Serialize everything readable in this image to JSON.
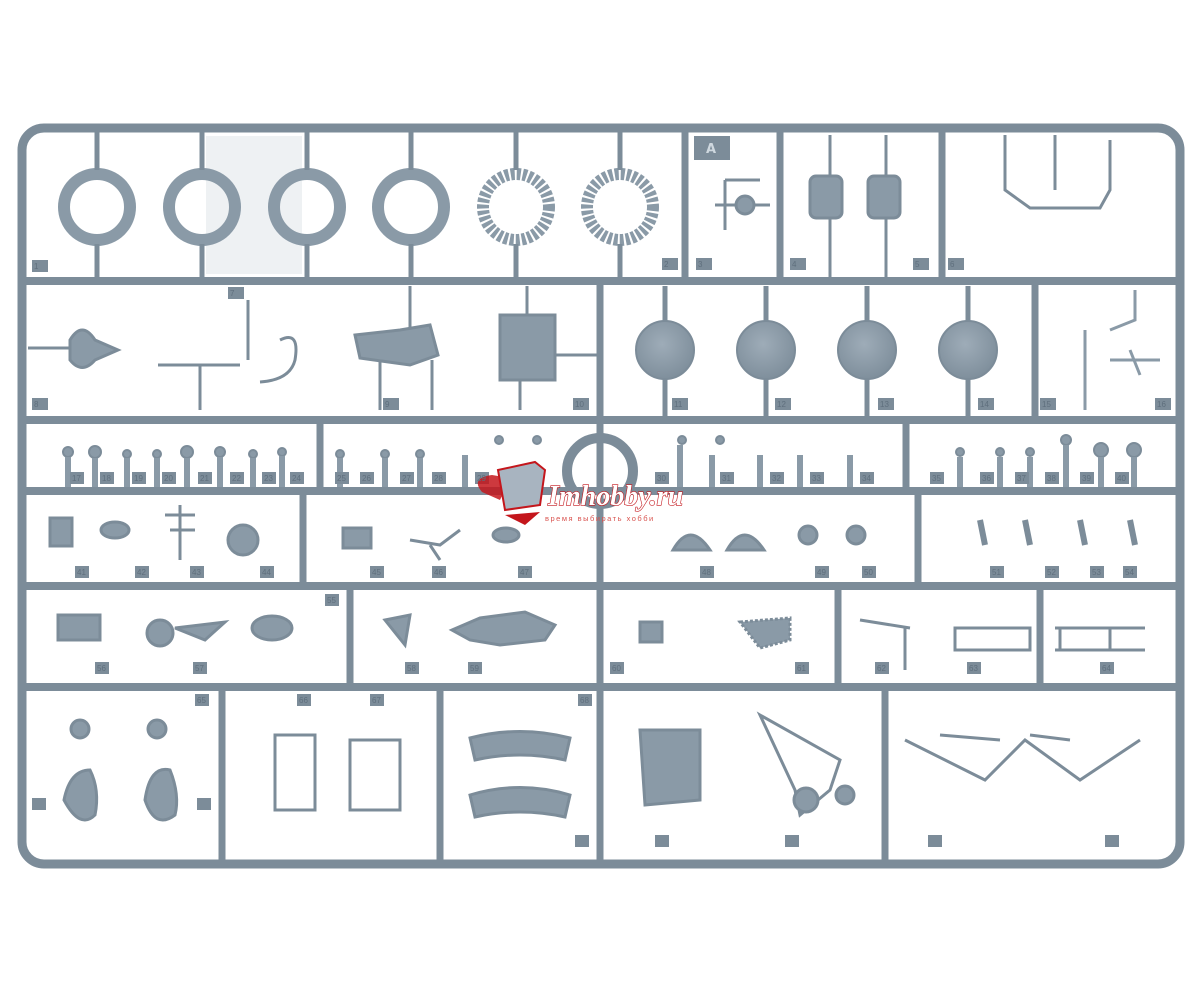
{
  "sprue": {
    "letter": "A",
    "frame_color": "#7c8c99",
    "part_color": "#8a9aa7",
    "highlight_color": "#eef1f3",
    "part_numbers": [
      "1",
      "2",
      "3",
      "4",
      "5",
      "6",
      "7",
      "8",
      "9",
      "10",
      "11",
      "12",
      "13",
      "14",
      "15",
      "16",
      "17",
      "18",
      "19",
      "20",
      "21",
      "22",
      "23",
      "24",
      "25",
      "26",
      "27",
      "28",
      "29",
      "30",
      "31",
      "32",
      "33",
      "34",
      "35",
      "36",
      "37",
      "38",
      "39",
      "40",
      "41",
      "42",
      "43",
      "44",
      "45",
      "46",
      "47",
      "48",
      "49",
      "50",
      "51",
      "52",
      "53",
      "54",
      "55",
      "56",
      "57",
      "58",
      "59",
      "60",
      "61",
      "62",
      "63",
      "64",
      "65",
      "66",
      "67",
      "68"
    ]
  },
  "watermark": {
    "text": "Imhobby.ru",
    "tagline": "время выбирать хобби",
    "brand_color": "#c4161c"
  }
}
